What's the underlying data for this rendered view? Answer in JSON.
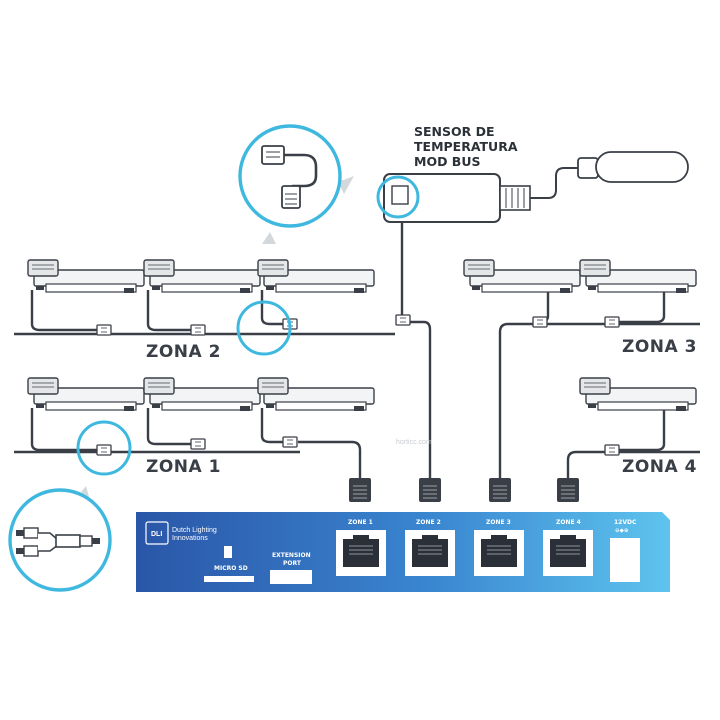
{
  "sensor": {
    "line1": "SENSOR DE",
    "line2": "TEMPERATURA",
    "line3": "MOD BUS"
  },
  "zones": {
    "zona1": "ZONA 1",
    "zona2": "ZONA 2",
    "zona3": "ZONA 3",
    "zona4": "ZONA 4"
  },
  "controller": {
    "brand_line1": "Dutch Lighting",
    "brand_line2": "Innovations",
    "logo": "DLI",
    "micro_sd": "MICRO SD",
    "extension_line1": "EXTENSION",
    "extension_line2": "PORT",
    "ports": [
      "ZONE 1",
      "ZONE 2",
      "ZONE 3",
      "ZONE 4"
    ],
    "power": "12VDC"
  },
  "watermark": "horticc.com",
  "colors": {
    "accent": "#3fb8e0",
    "cable": "#3a3f47",
    "panel_dark": "#2a56a8",
    "panel_light": "#5ec4ee"
  }
}
